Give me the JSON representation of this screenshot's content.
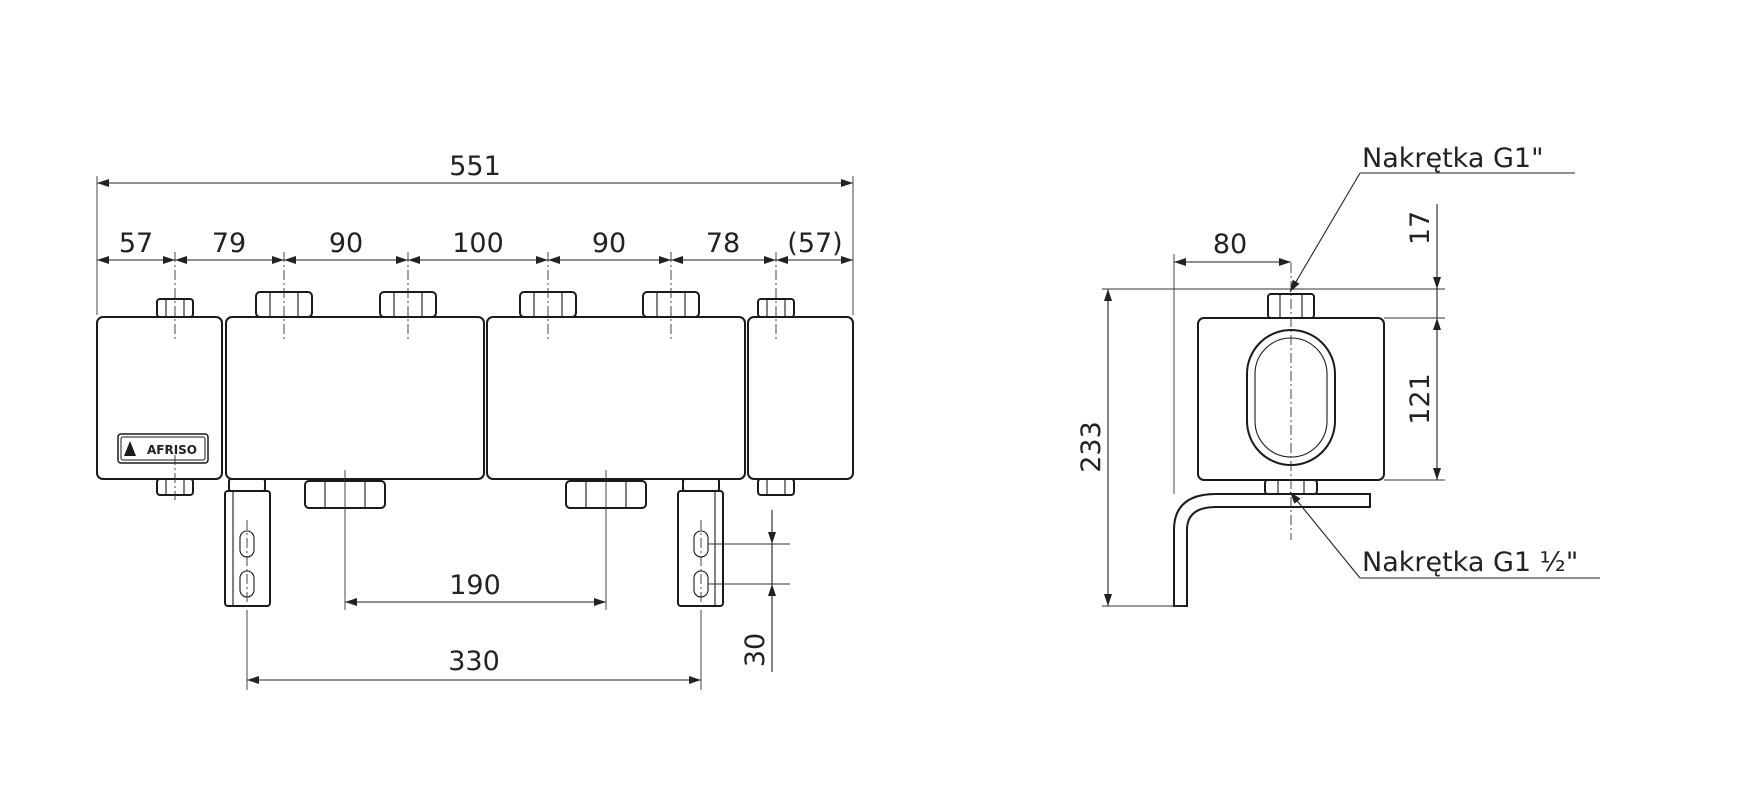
{
  "front_view": {
    "overall_width": "551",
    "segments": [
      "57",
      "79",
      "90",
      "100",
      "90",
      "78"
    ],
    "end_segment_ref": "(57)",
    "bottom_spacing_190": "190",
    "bottom_spacing_330": "330",
    "slot_spacing": "30",
    "brand_label": "AFRISO"
  },
  "side_view": {
    "width": "80",
    "height_total": "233",
    "height_body": "121",
    "height_nut": "17",
    "callout_top": "Nakrętka G1\"",
    "callout_bottom": "Nakrętka G1 ½\""
  }
}
